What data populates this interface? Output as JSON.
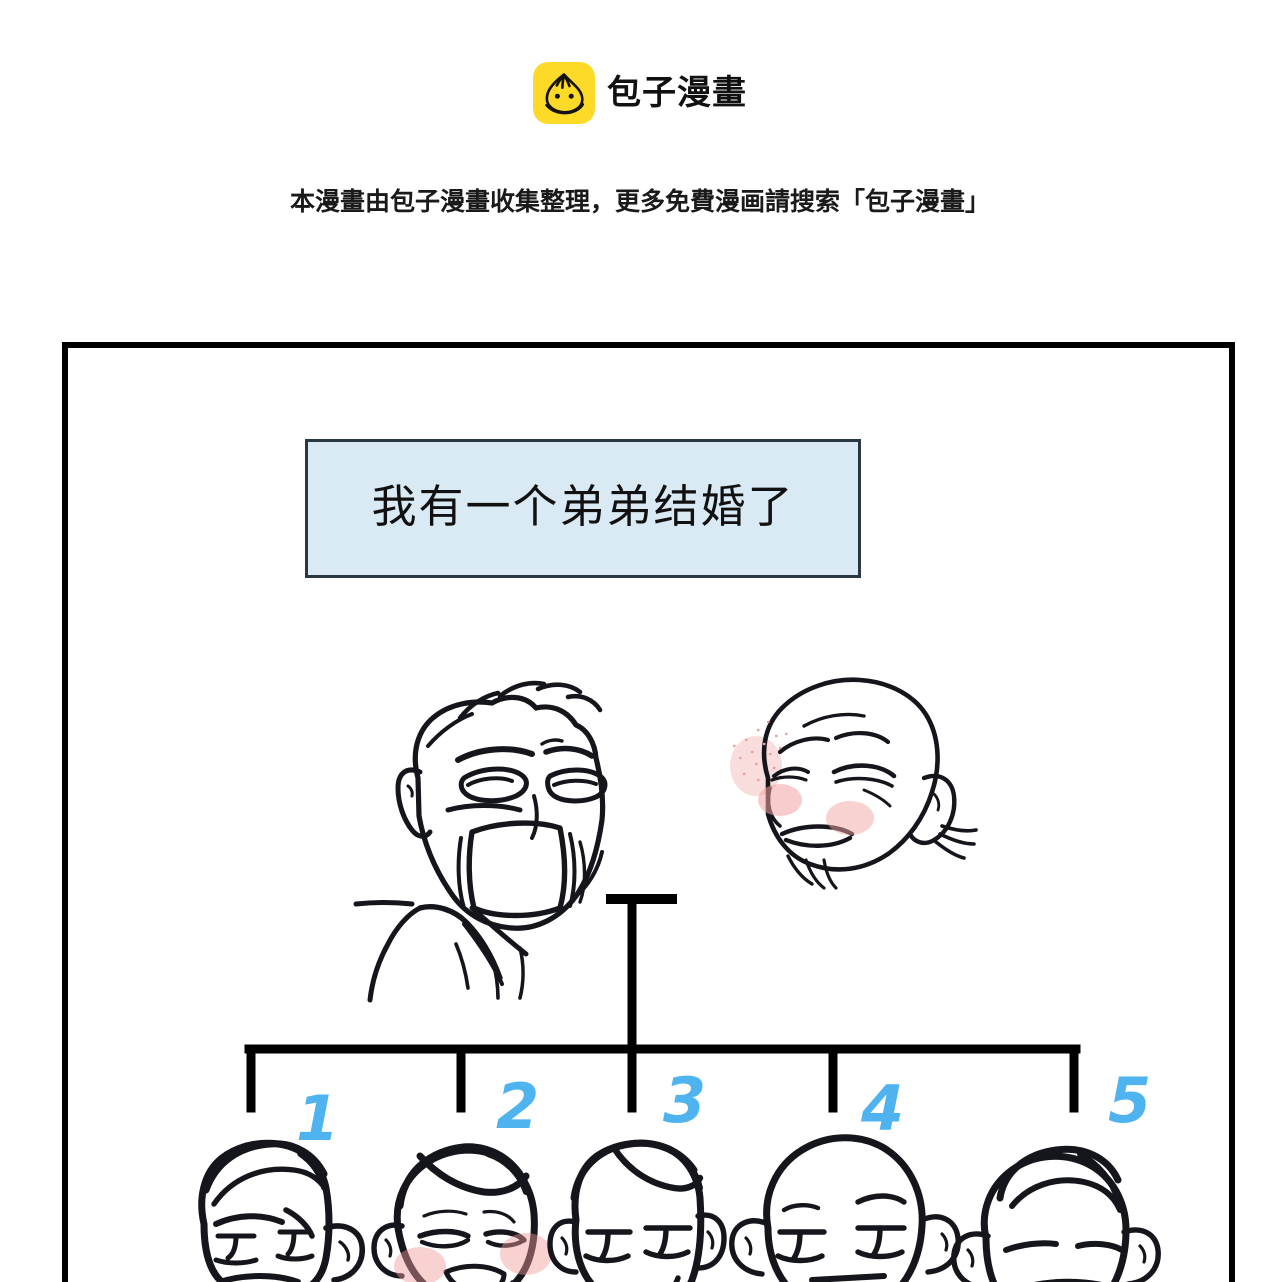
{
  "header": {
    "logo_icon": "baozi-bun-icon",
    "logo_bg_color": "#FDD928",
    "brand_name": "包子漫畫",
    "tagline": "本漫畫由包子漫畫收集整理，更多免費漫画請搜索「包子漫畫」"
  },
  "comic": {
    "panel": {
      "border_color": "#000000"
    },
    "caption": {
      "text": "我有一个弟弟结婚了",
      "fill_color": "#D9EAF4",
      "border_color": "#2B3741"
    },
    "family_tree": {
      "line_color": "#000000",
      "number_color": "#4FB3F0",
      "parents": [
        {
          "name": "father-face",
          "expression": "shouting-open-mouth",
          "position": "left"
        },
        {
          "name": "mother-face",
          "expression": "smiling-blush",
          "position": "right"
        }
      ],
      "siblings": [
        {
          "number": "1",
          "expression": "angry",
          "blush": false
        },
        {
          "number": "2",
          "expression": "smiling-closed-eyes",
          "blush": true
        },
        {
          "number": "3",
          "expression": "smiling",
          "blush": false
        },
        {
          "number": "4",
          "expression": "open-square-mouth",
          "blush": false
        },
        {
          "number": "5",
          "expression": "neutral",
          "blush": false
        }
      ]
    }
  }
}
